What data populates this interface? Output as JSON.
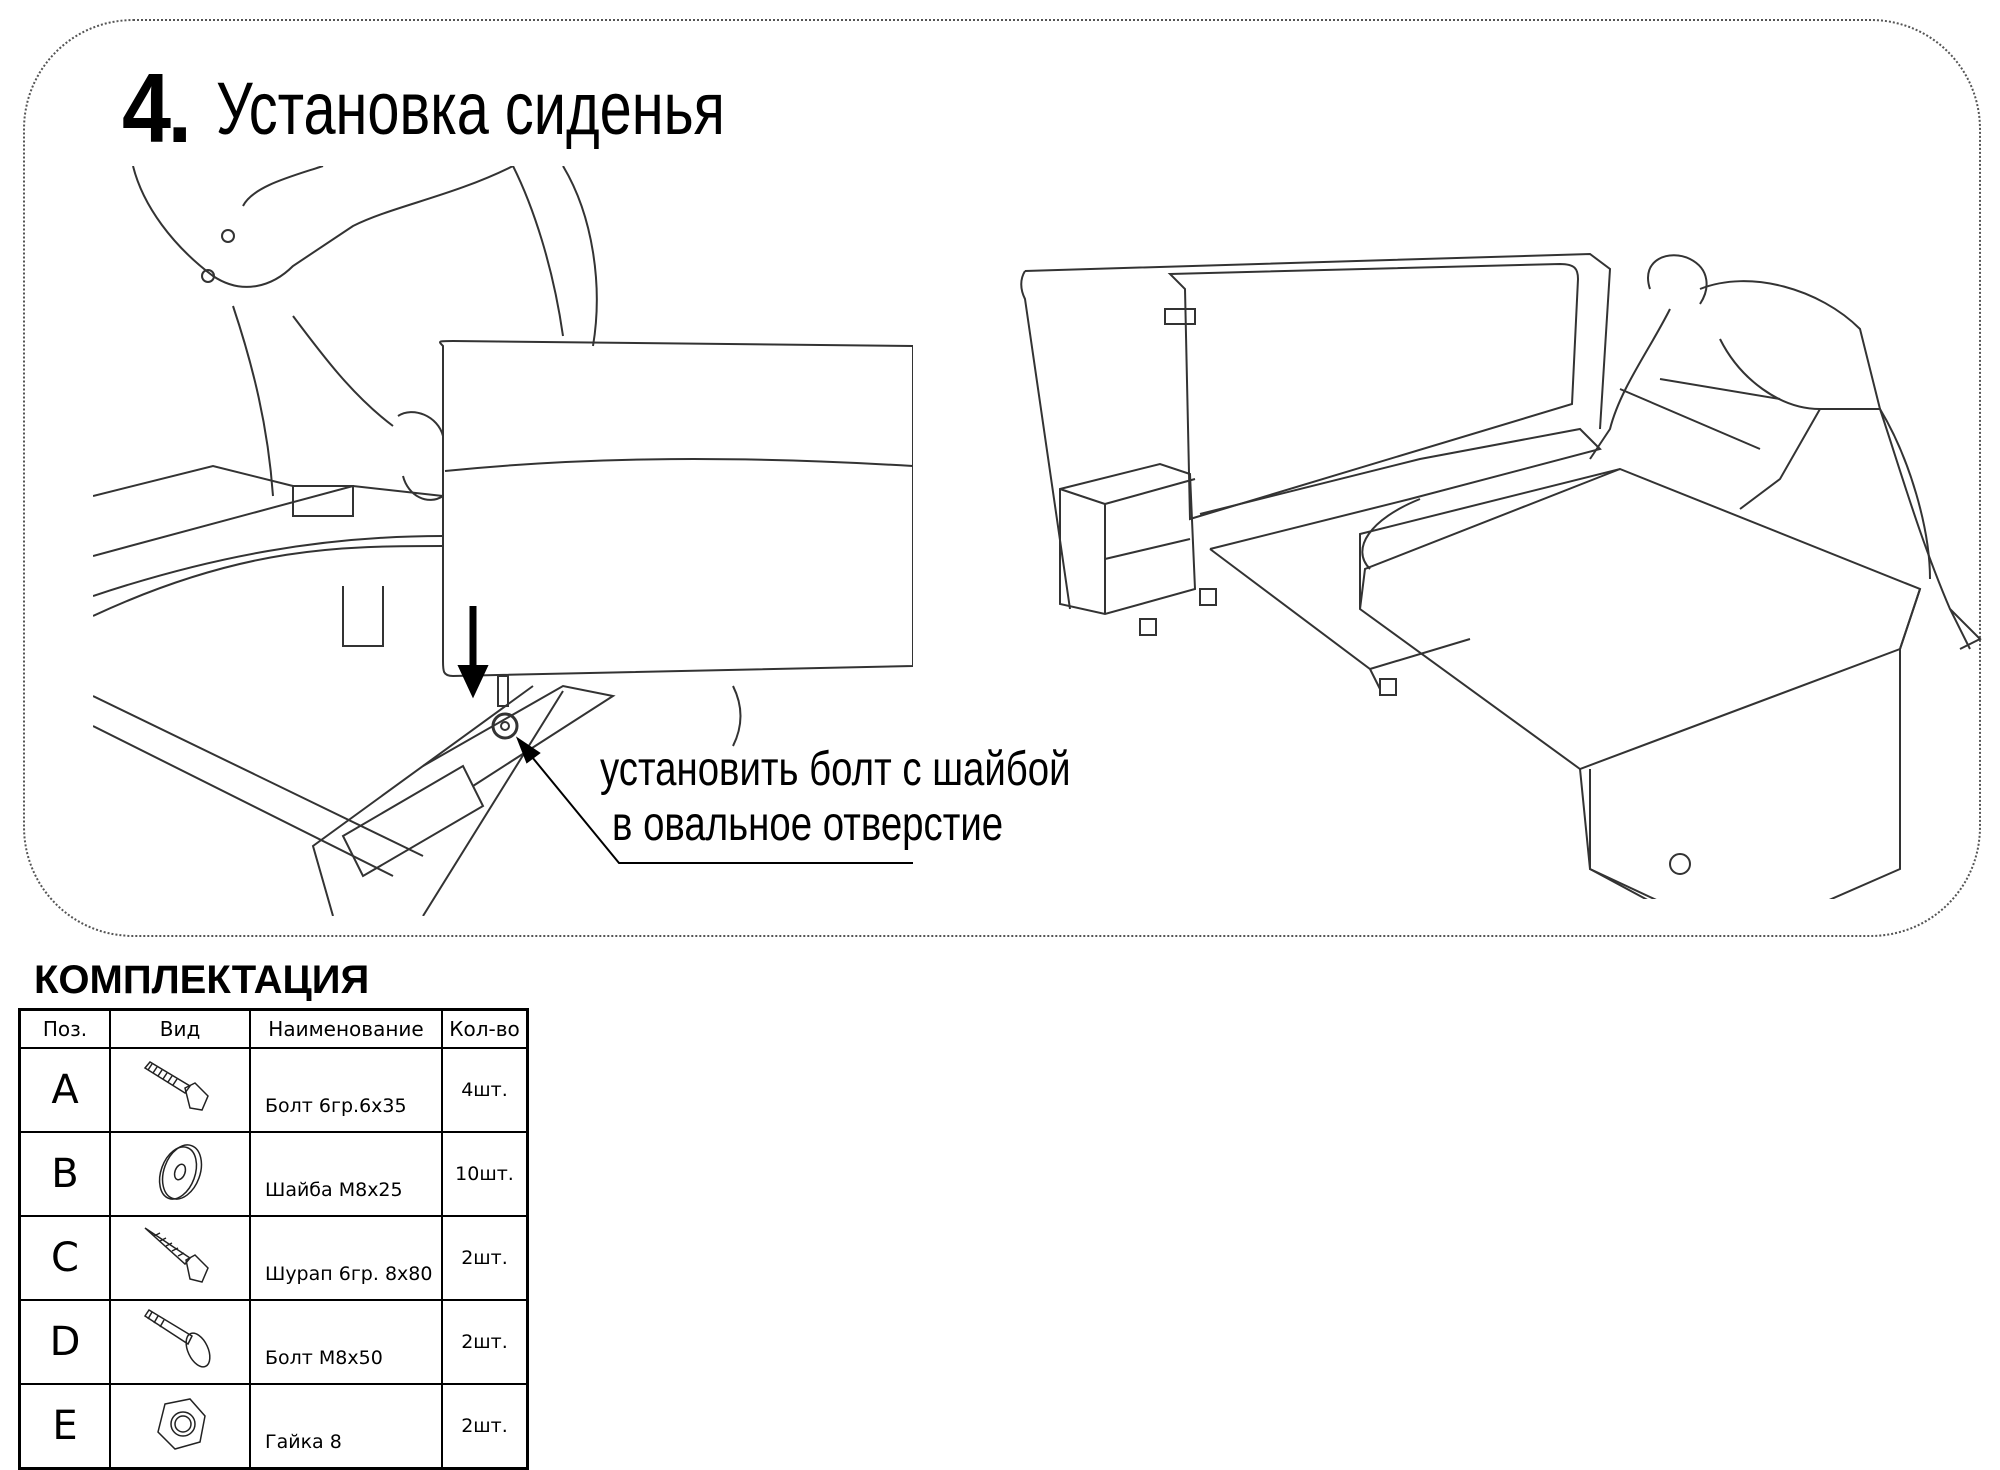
{
  "step": {
    "number": "4.",
    "title": "Установка сиденья"
  },
  "annotation": {
    "line1": "установить болт с шайбой",
    "line2": "в овальное отверстие"
  },
  "kit": {
    "title": "КОМПЛЕКТАЦИЯ",
    "headers": [
      "Поз.",
      "Вид",
      "Наименование",
      "Кол-во"
    ],
    "rows": [
      {
        "pos": "A",
        "icon": "hex-bolt-icon",
        "name": "Болт 6гр.6x35",
        "qty": "4шт."
      },
      {
        "pos": "B",
        "icon": "washer-icon",
        "name": "Шайба М8x25",
        "qty": "10шт."
      },
      {
        "pos": "C",
        "icon": "hex-screw-icon",
        "name": "Шурап 6гр. 8x80",
        "qty": "2шт."
      },
      {
        "pos": "D",
        "icon": "carriage-bolt-icon",
        "name": "Болт М8x50",
        "qty": "2шт."
      },
      {
        "pos": "E",
        "icon": "hex-nut-icon",
        "name": "Гайка 8",
        "qty": "2шт."
      }
    ]
  }
}
